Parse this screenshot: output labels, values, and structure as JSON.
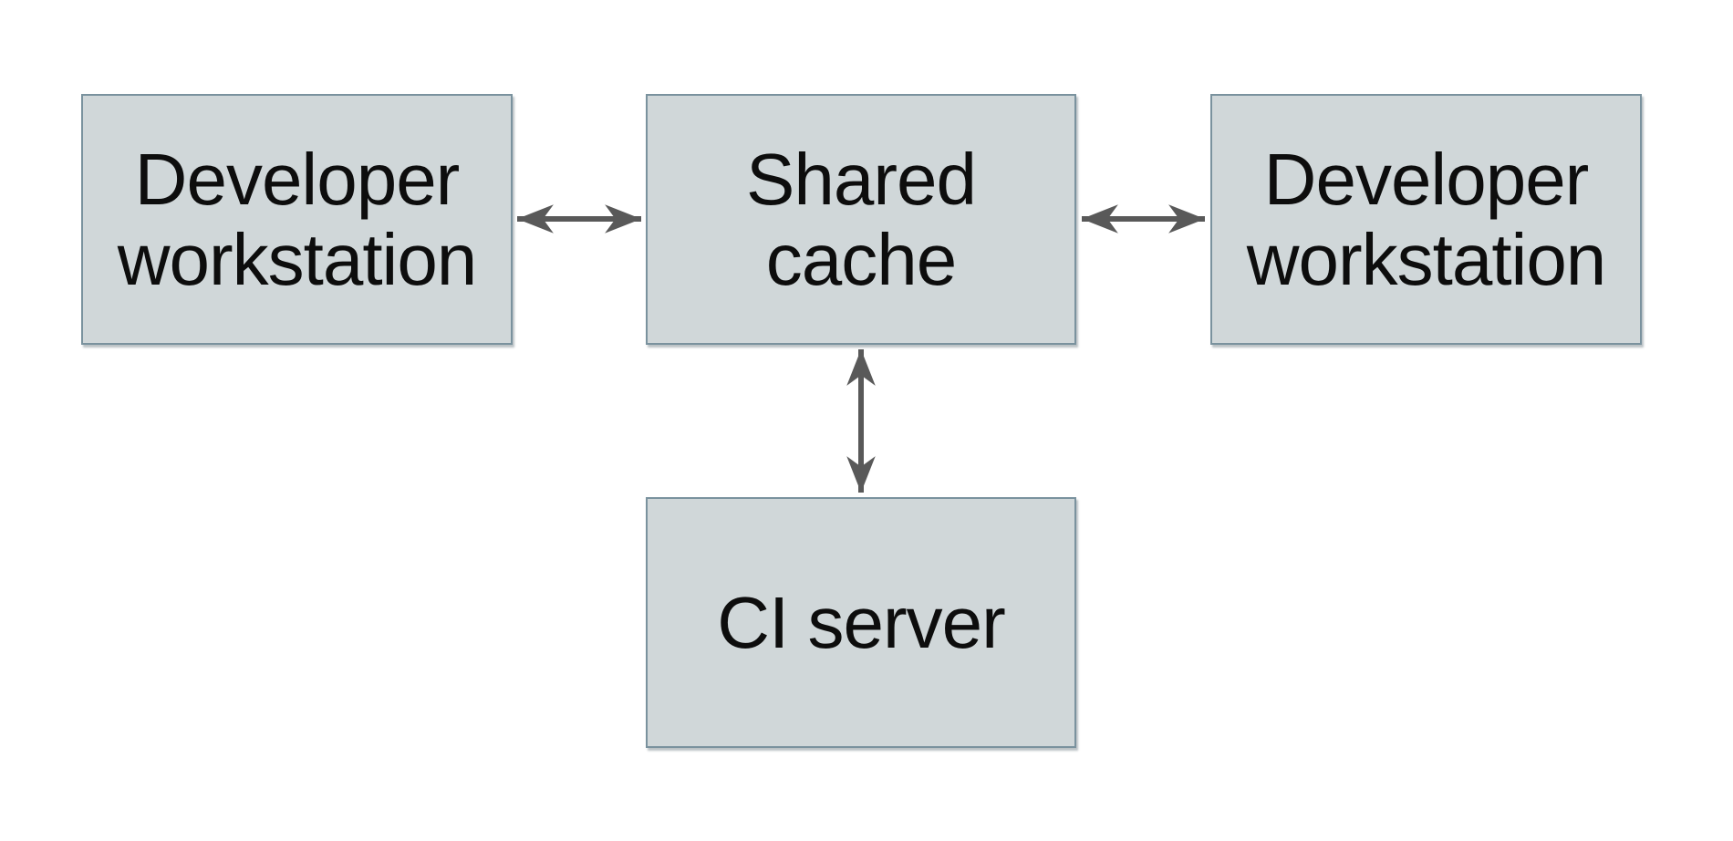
{
  "colors": {
    "background": "#ffffff",
    "node_fill": "#d0d7d9",
    "node_border": "#7a929e",
    "arrow": "#595959",
    "text": "#0d0d0d"
  },
  "nodes": [
    {
      "id": "developer-workstation-left",
      "label": "Developer workstation"
    },
    {
      "id": "shared-cache",
      "label": "Shared cache"
    },
    {
      "id": "developer-workstation-right",
      "label": "Developer workstation"
    },
    {
      "id": "ci-server",
      "label": "CI server"
    }
  ],
  "edges": [
    {
      "from": "developer-workstation-left",
      "to": "shared-cache",
      "direction": "bidirectional",
      "orientation": "horizontal"
    },
    {
      "from": "shared-cache",
      "to": "developer-workstation-right",
      "direction": "bidirectional",
      "orientation": "horizontal"
    },
    {
      "from": "shared-cache",
      "to": "ci-server",
      "direction": "bidirectional",
      "orientation": "vertical"
    }
  ]
}
